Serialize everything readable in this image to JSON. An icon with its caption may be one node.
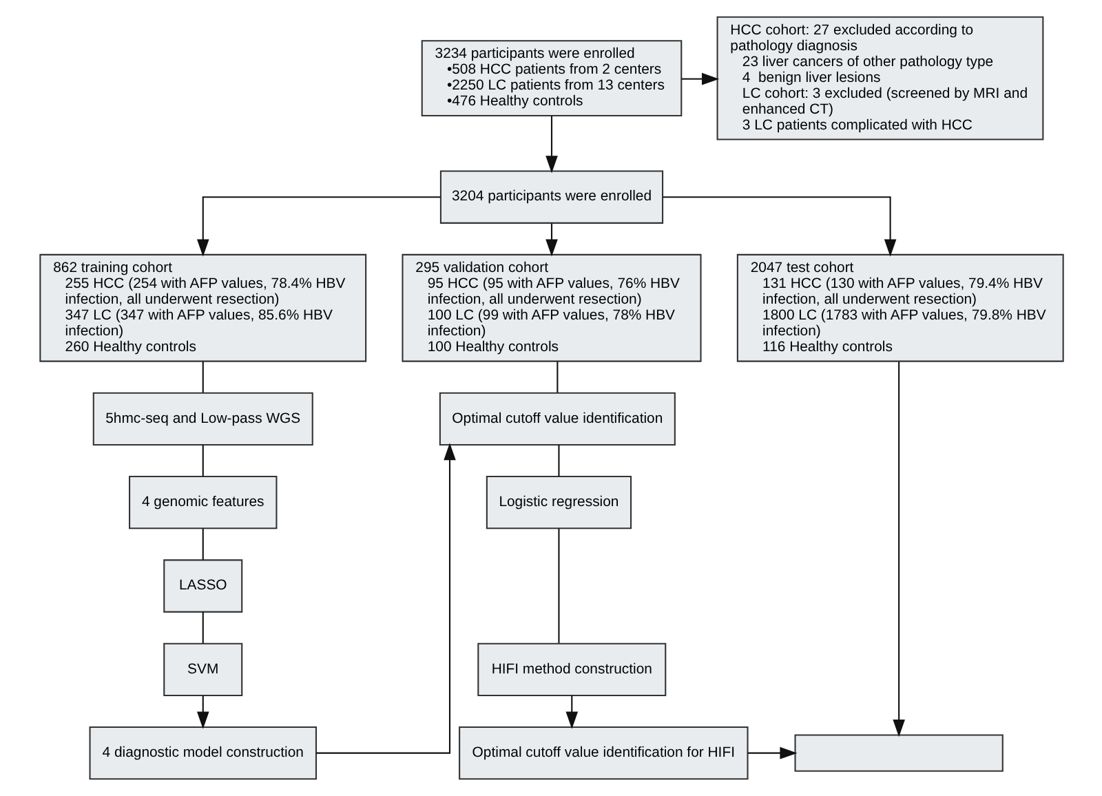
{
  "diagram": {
    "nodes": [
      {
        "text": [
          "3234 participants were enrolled",
          "•508 HCC patients from 2 centers",
          "•2250 LC patients from 13 centers",
          "•476 Healthy controls"
        ]
      },
      {
        "text": [
          "HCC cohort: 27 excluded according to pathology diagnosis",
          "23 liver cancers of other pathology type",
          "4  benign liver lesions",
          "LC cohort: 3 excluded (screened by MRI and enhanced CT)",
          "3 LC patients complicated with HCC"
        ]
      },
      {
        "text": [
          "3204 participants were enrolled"
        ]
      },
      {
        "text": [
          "862 training cohort",
          "255 HCC (254 with AFP values, 78.4% HBV infection, all underwent resection)",
          "347 LC (347 with AFP values, 85.6% HBV infection)",
          "260 Healthy controls"
        ]
      },
      {
        "text": [
          "295 validation cohort",
          "95 HCC (95 with AFP values, 76% HBV infection, all underwent resection)",
          "100 LC (99 with AFP values, 78% HBV infection)",
          "100 Healthy controls"
        ]
      },
      {
        "text": [
          "2047 test cohort",
          "131 HCC (130 with AFP values, 79.4% HBV infection, all underwent resection)",
          "1800 LC (1783 with AFP values, 79.8% HBV infection)",
          "116 Healthy controls"
        ]
      },
      {
        "text": [
          "5hmc-seq and Low-pass WGS"
        ]
      },
      {
        "text": [
          "4 genomic features"
        ]
      },
      {
        "text": [
          "LASSO"
        ]
      },
      {
        "text": [
          "SVM"
        ]
      },
      {
        "text": [
          "4 diagnostic model construction"
        ]
      },
      {
        "text": [
          "Optimal cutoff value identification"
        ]
      },
      {
        "text": [
          "Logistic regression"
        ]
      },
      {
        "text": [
          "HIFI method construction"
        ]
      },
      {
        "text": [
          "Optimal cutoff value identification for HIFI"
        ]
      },
      {
        "text": [],
        "shape": "box"
      }
    ],
    "edges": [
      {
        "from": 0,
        "to": 1,
        "arrow": "to"
      },
      {
        "from": 0,
        "to": 2,
        "arrow": "to"
      },
      {
        "from": 2,
        "to": 3,
        "arrow": "to"
      },
      {
        "from": 2,
        "to": 4,
        "arrow": "to"
      },
      {
        "from": 2,
        "to": 5,
        "arrow": "to"
      },
      {
        "from": 3,
        "to": 6,
        "arrow": "none"
      },
      {
        "from": 6,
        "to": 7,
        "arrow": "none"
      },
      {
        "from": 7,
        "to": 8,
        "arrow": "none"
      },
      {
        "from": 8,
        "to": 9,
        "arrow": "none"
      },
      {
        "from": 9,
        "to": 10,
        "arrow": "to"
      },
      {
        "from": 10,
        "to": 11,
        "arrow": "to"
      },
      {
        "from": 4,
        "to": 11,
        "arrow": "none"
      },
      {
        "from": 11,
        "to": 12,
        "arrow": "none"
      },
      {
        "from": 12,
        "to": 13,
        "arrow": "none"
      },
      {
        "from": 13,
        "to": 14,
        "arrow": "to"
      },
      {
        "from": 14,
        "to": 15,
        "arrow": "to"
      },
      {
        "from": 5,
        "to": 15,
        "arrow": "to"
      }
    ]
  }
}
